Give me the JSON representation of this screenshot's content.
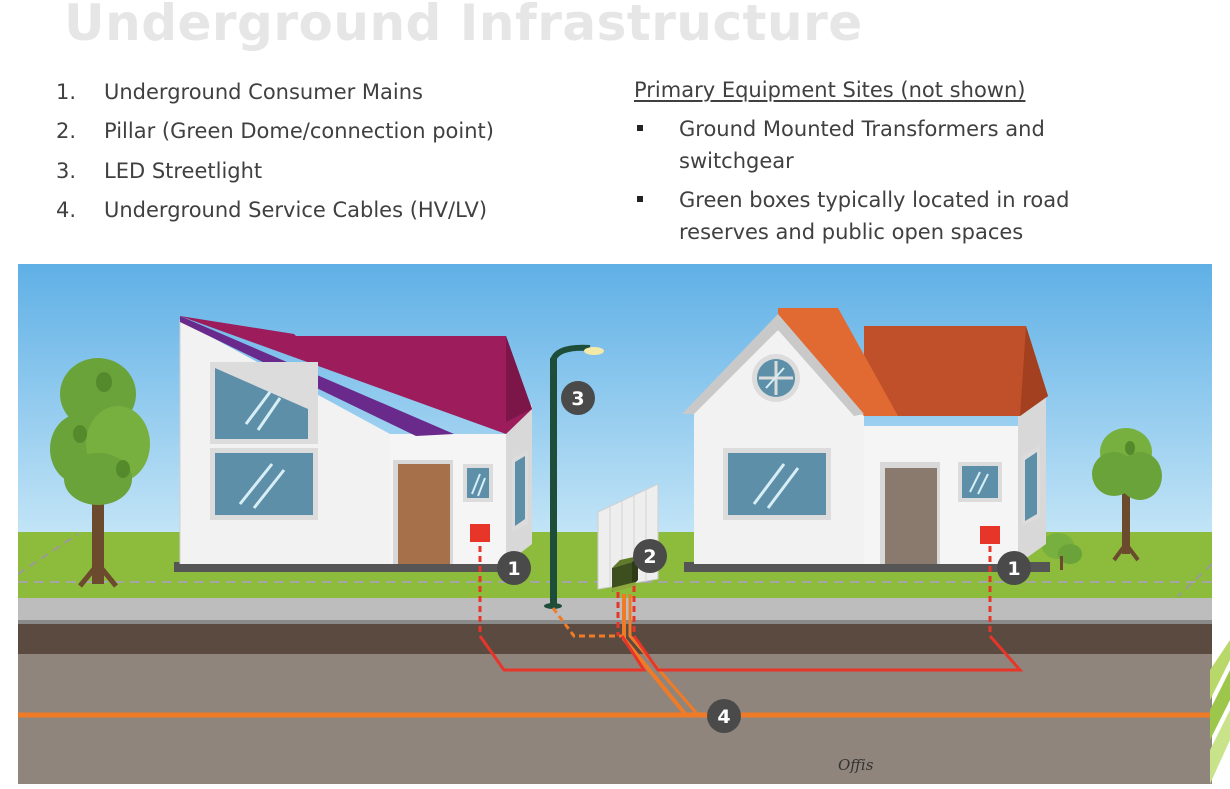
{
  "title": "Underground Infrastructure",
  "legend": {
    "items": [
      {
        "num": "1.",
        "label": "Underground Consumer Mains"
      },
      {
        "num": "2.",
        "label": "Pillar (Green Dome/connection point)"
      },
      {
        "num": "3.",
        "label": "LED Streetlight"
      },
      {
        "num": "4.",
        "label": "Underground Service Cables (HV/LV)"
      }
    ]
  },
  "primary_sites": {
    "heading": "Primary Equipment Sites (not shown)",
    "bullets": [
      {
        "line1": "Ground Mounted Transformers and",
        "line2": "switchgear"
      },
      {
        "line1": "Green boxes typically located in road",
        "line2": "reserves and public open spaces"
      }
    ]
  },
  "diagram": {
    "markers": [
      {
        "id": "marker-1-left",
        "label": "1"
      },
      {
        "id": "marker-2",
        "label": "2"
      },
      {
        "id": "marker-3",
        "label": "3"
      },
      {
        "id": "marker-1-right",
        "label": "1"
      },
      {
        "id": "marker-4",
        "label": "4"
      }
    ],
    "signature": "Offis",
    "colors": {
      "sky_top": "#5fb0e6",
      "sky_bottom": "#bfe3f7",
      "grass": "#8dbb3c",
      "footpath": "#bcbcbc",
      "topsoil": "#5a4a40",
      "subsoil": "#8f857c",
      "consumer_main": "#e8352a",
      "service_cable": "#f07b27",
      "marker_fill": "#4a4a4a",
      "left_roof": "#9c1c5c",
      "left_roof_side": "#6a2a8c",
      "right_roof": "#c0502a",
      "right_roof_front": "#e06a32",
      "streetlight": "#1e4d3a"
    }
  }
}
